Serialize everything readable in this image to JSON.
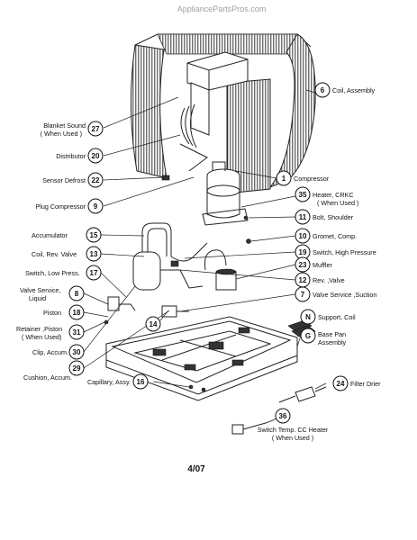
{
  "watermark": "AppliancePartsPros.com",
  "footer_code": "4/07",
  "callouts": [
    {
      "id": "c27",
      "num": "27",
      "label": "Blanket Sound\n( When Used )"
    },
    {
      "id": "c20",
      "num": "20",
      "label": "Distributor"
    },
    {
      "id": "c22",
      "num": "22",
      "label": "Sensor Defrost"
    },
    {
      "id": "c9",
      "num": "9",
      "label": "Plug Compressor"
    },
    {
      "id": "c15",
      "num": "15",
      "label": "Accumulator"
    },
    {
      "id": "c13",
      "num": "13",
      "label": "Coil, Rev. Valve"
    },
    {
      "id": "c17",
      "num": "17",
      "label": "Switch, Low Press."
    },
    {
      "id": "c8",
      "num": "8",
      "label": "Valve Service,\nLiquid"
    },
    {
      "id": "c18",
      "num": "18",
      "label": "Piston"
    },
    {
      "id": "c31",
      "num": "31",
      "label": "Retainer ,Piston\n( When Used)"
    },
    {
      "id": "c30",
      "num": "30",
      "label": "Clip, Accum."
    },
    {
      "id": "c29",
      "num": "29",
      "label": "Cushion, Accum."
    },
    {
      "id": "c16",
      "num": "16",
      "label": "Capillary, Assy."
    },
    {
      "id": "c14",
      "num": "14",
      "label": ""
    },
    {
      "id": "c6",
      "num": "6",
      "label": "Coil, Assembly"
    },
    {
      "id": "c1",
      "num": "1",
      "label": "Compressor"
    },
    {
      "id": "c35",
      "num": "35",
      "label": "Heater, CRKC\n( When Used )"
    },
    {
      "id": "c11",
      "num": "11",
      "label": "Bolt, Shoulder"
    },
    {
      "id": "c10",
      "num": "10",
      "label": "Gromet, Comp."
    },
    {
      "id": "c19",
      "num": "19",
      "label": "Switch, High Pressure"
    },
    {
      "id": "c23",
      "num": "23",
      "label": "Muffler"
    },
    {
      "id": "c12",
      "num": "12",
      "label": "Rev. ,Valve"
    },
    {
      "id": "c7",
      "num": "7",
      "label": "Valve Service ,Suction"
    },
    {
      "id": "cN",
      "num": "N",
      "label": "Support, Coil"
    },
    {
      "id": "cG",
      "num": "G",
      "label": "Base Pan\nAssembly"
    },
    {
      "id": "c24",
      "num": "24",
      "label": "Filter Drier"
    },
    {
      "id": "c36",
      "num": "36",
      "label": "Switch Temp. CC Heater\n( When Used )"
    }
  ]
}
